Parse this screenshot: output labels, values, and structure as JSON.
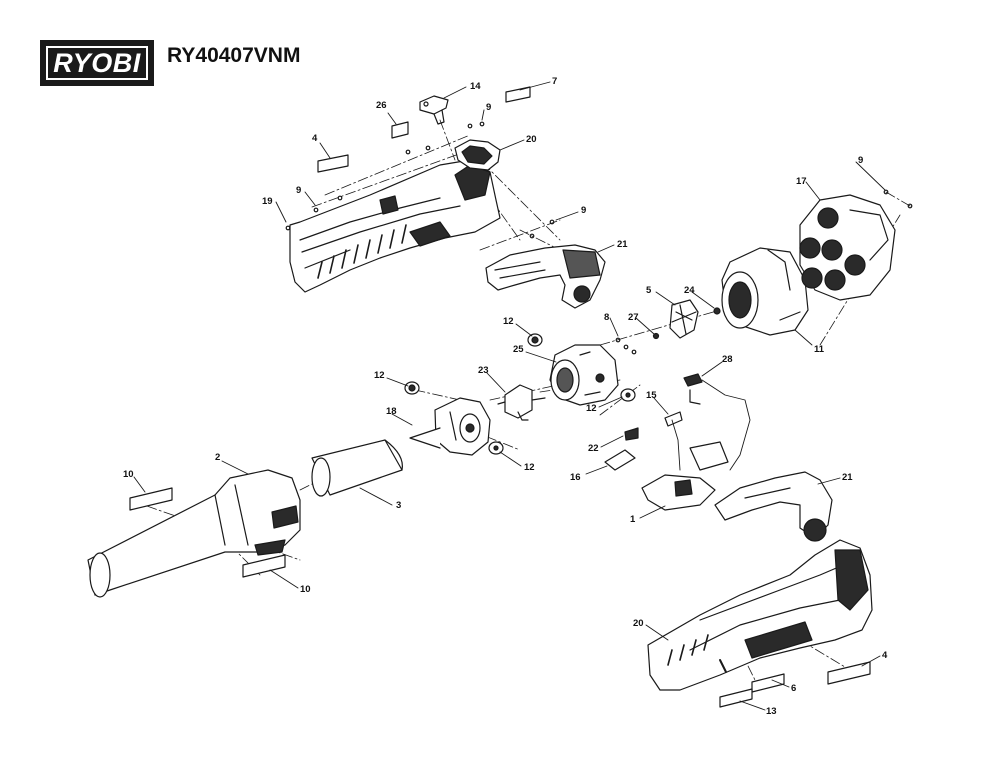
{
  "header": {
    "brand": "RYOBI",
    "model": "RY40407VNM"
  },
  "colors": {
    "ink": "#1a1a1a",
    "part_fill": "#ffffff",
    "shade": "#9a9a9a",
    "dark": "#2a2a2a"
  },
  "callouts": [
    {
      "id": "c14",
      "label": "14"
    },
    {
      "id": "c7",
      "label": "7"
    },
    {
      "id": "c26",
      "label": "26"
    },
    {
      "id": "c9a",
      "label": "9"
    },
    {
      "id": "c4a",
      "label": "4"
    },
    {
      "id": "c20a",
      "label": "20"
    },
    {
      "id": "c9b",
      "label": "9"
    },
    {
      "id": "c19",
      "label": "19"
    },
    {
      "id": "c9c",
      "label": "9"
    },
    {
      "id": "c21a",
      "label": "21"
    },
    {
      "id": "c9d",
      "label": "9"
    },
    {
      "id": "c17",
      "label": "17"
    },
    {
      "id": "c5",
      "label": "5"
    },
    {
      "id": "c24",
      "label": "24"
    },
    {
      "id": "c11",
      "label": "11"
    },
    {
      "id": "c12a",
      "label": "12"
    },
    {
      "id": "c8",
      "label": "8"
    },
    {
      "id": "c27",
      "label": "27"
    },
    {
      "id": "c25",
      "label": "25"
    },
    {
      "id": "c28",
      "label": "28"
    },
    {
      "id": "c12b",
      "label": "12"
    },
    {
      "id": "c23",
      "label": "23"
    },
    {
      "id": "c12c",
      "label": "12"
    },
    {
      "id": "c15",
      "label": "15"
    },
    {
      "id": "c18",
      "label": "18"
    },
    {
      "id": "c22",
      "label": "22"
    },
    {
      "id": "c12d",
      "label": "12"
    },
    {
      "id": "c16",
      "label": "16"
    },
    {
      "id": "c2",
      "label": "2"
    },
    {
      "id": "c10a",
      "label": "10"
    },
    {
      "id": "c21b",
      "label": "21"
    },
    {
      "id": "c3",
      "label": "3"
    },
    {
      "id": "c1",
      "label": "1"
    },
    {
      "id": "c10b",
      "label": "10"
    },
    {
      "id": "c20b",
      "label": "20"
    },
    {
      "id": "c4b",
      "label": "4"
    },
    {
      "id": "c6",
      "label": "6"
    },
    {
      "id": "c13",
      "label": "13"
    }
  ]
}
